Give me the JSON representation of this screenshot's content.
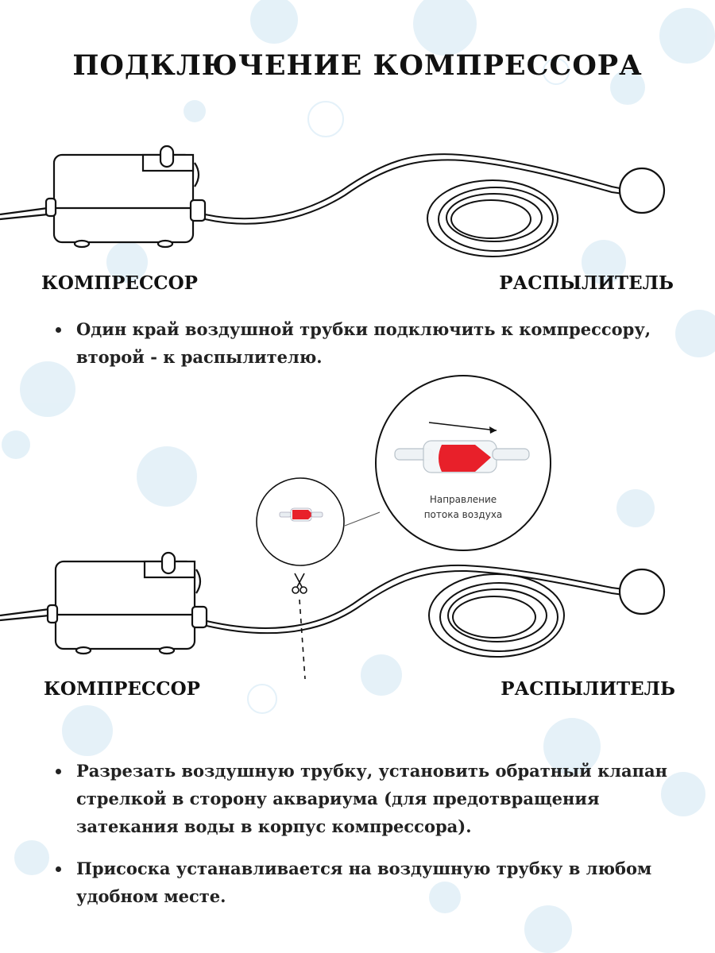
{
  "title": "ПОДКЛЮЧЕНИЕ КОМПРЕССОРА",
  "diagram1": {
    "compressor_label": "КОМПРЕССОР",
    "sprayer_label": "РАСПЫЛИТЕЛЬ"
  },
  "bullet1": "Один край воздушной трубки подключить к компрессору, второй - к распылителю.",
  "diagram2": {
    "compressor_label": "КОМПРЕССОР",
    "sprayer_label": "РАСПЫЛИТЕЛЬ",
    "zoom_caption": "Направление потока воздуха"
  },
  "bullet2": "Разрезать воздушную трубку, установить обратный клапан стрелкой в сторону аквариума (для предотвращения затекания воды в корпус компрессора).",
  "bullet3": "Присоска устанавливается на воздушную трубку в любом удобном месте.",
  "colors": {
    "valve_red": "#e8202a",
    "bubble_blue": "#d6eaf5",
    "line": "#111111"
  },
  "icons": [
    "scissors-icon",
    "flow-arrow-icon"
  ]
}
